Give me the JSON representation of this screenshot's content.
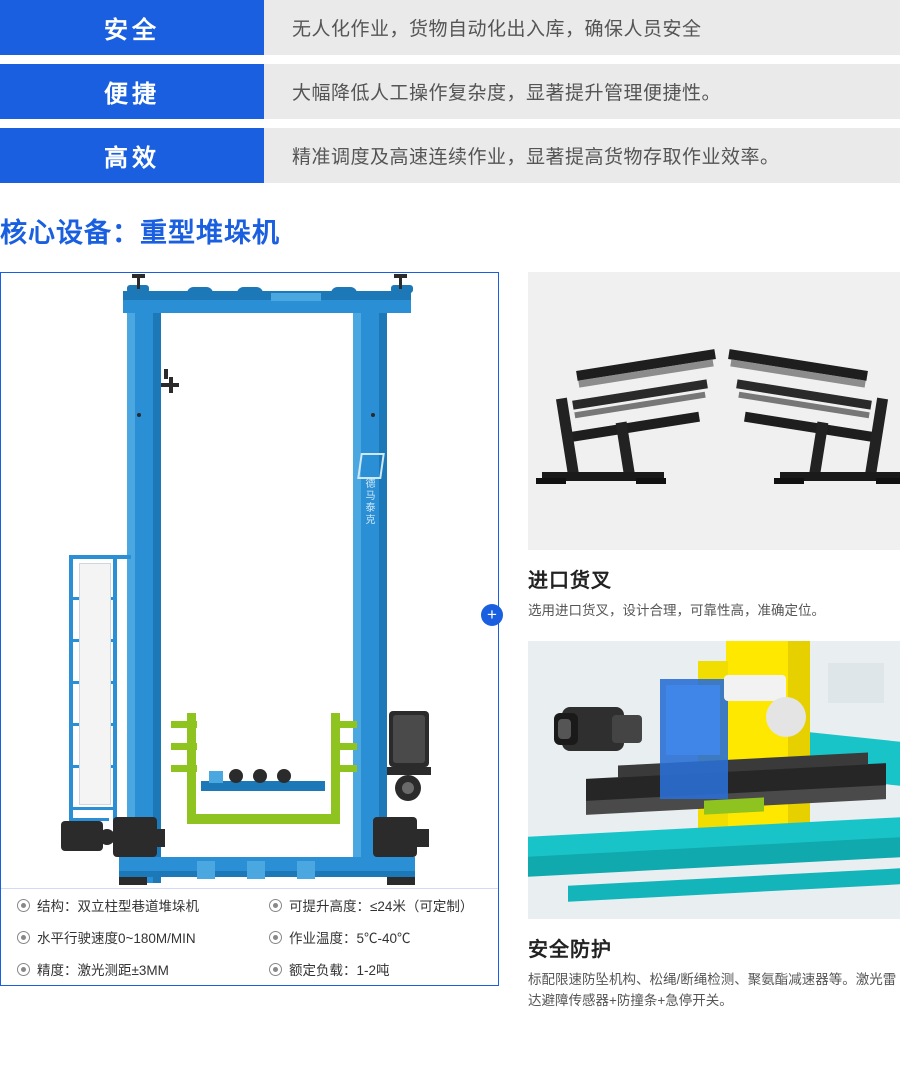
{
  "features": [
    {
      "tag": "安全",
      "desc": "无人化作业，货物自动化出入库，确保人员安全"
    },
    {
      "tag": "便捷",
      "desc": "大幅降低人工操作复杂度，显著提升管理便捷性。"
    },
    {
      "tag": "高效",
      "desc": "精准调度及高速连续作业，显著提高货物存取作业效率。"
    }
  ],
  "section_title": "核心设备：重型堆垛机",
  "expand_badge": "+",
  "specs": [
    [
      "结构：双立柱型巷道堆垛机",
      "可提升高度：≤24米（可定制）"
    ],
    [
      "水平行驶速度0~180M/MIN",
      "作业温度：5℃-40℃"
    ],
    [
      "精度：激光测距±3MM",
      "额定负载：1-2吨"
    ]
  ],
  "machine_logo": "德马泰克",
  "cards": [
    {
      "title": "进口货叉",
      "text": "选用进口货叉，设计合理，可靠性高，准确定位。"
    },
    {
      "title": "安全防护",
      "text": "标配限速防坠机构、松绳/断绳检测、聚氨酯减速器等。激光雷达避障传感器+防撞条+急停开关。"
    }
  ],
  "colors": {
    "accent": "#1a5fe0",
    "tag_bg": "#1a5fe0",
    "desc_bg": "#eaeaea",
    "machine_blue": "#2a8fd4",
    "machine_green": "#8fc31f"
  }
}
